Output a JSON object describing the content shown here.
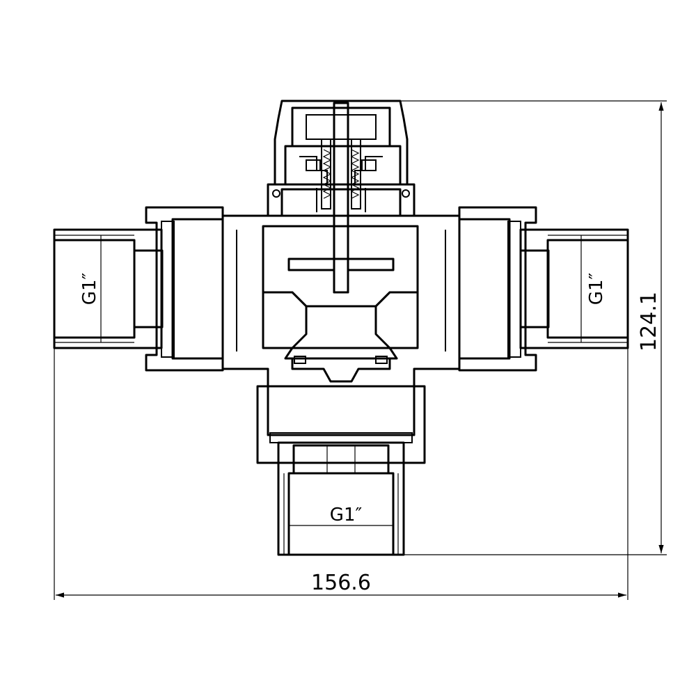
{
  "drawing": {
    "thread_left": "G1″",
    "thread_right": "G1″",
    "thread_bottom": "G1″",
    "dim_width": "156.6",
    "dim_height": "124.1"
  }
}
